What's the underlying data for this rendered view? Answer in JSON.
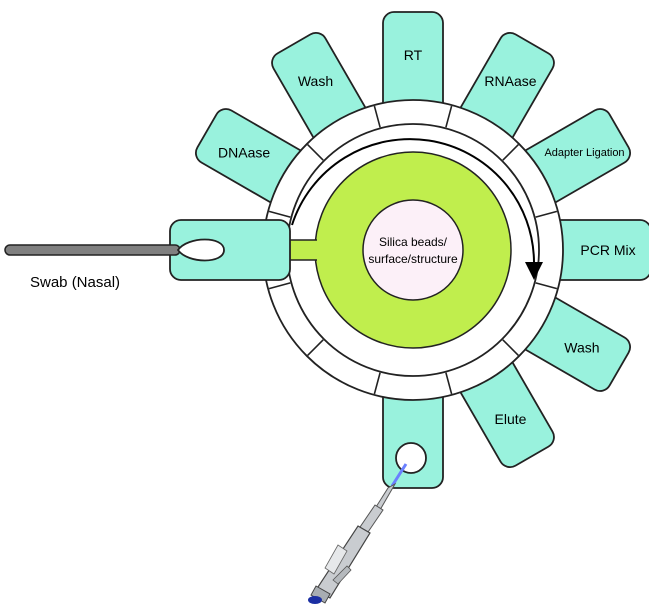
{
  "colors": {
    "chamber_fill": "#99f2dd",
    "chamber_stroke": "#222222",
    "disk_fill": "#ffffff",
    "silica_ring": "#c0ee4d",
    "center_fill": "#fcf0f8",
    "swab_stick": "#808080",
    "pipette_body": "#c9ccd0",
    "pipette_tip_tint": "#6a80ff",
    "pipette_plunger": "#1b2fa3"
  },
  "chambers": [
    {
      "id": "rt",
      "label": "RT",
      "angle": 0
    },
    {
      "id": "rnaase",
      "label": "RNAase",
      "angle": 30
    },
    {
      "id": "adapter-ligation",
      "label": "Adapter Ligation",
      "angle": 60
    },
    {
      "id": "pcr-mix",
      "label": "PCR Mix",
      "angle": 90
    },
    {
      "id": "wash-right",
      "label": "Wash",
      "angle": 120
    },
    {
      "id": "elute",
      "label": "Elute",
      "angle": 150
    },
    {
      "id": "sample-port",
      "label": "",
      "angle": 180
    },
    {
      "id": "dnaase",
      "label": "DNAase",
      "angle": 300
    },
    {
      "id": "wash-top",
      "label": "Wash",
      "angle": 330
    }
  ],
  "swab_chamber": {
    "label": "",
    "angle": 270
  },
  "center_label": {
    "line1": "Silica beads/",
    "line2": "surface/structure"
  },
  "swab_label": "Swab (Nasal)",
  "icons": {
    "rotation_arrow": "rotation-arrow-icon",
    "swab": "swab-icon",
    "pipette": "pipette-icon"
  }
}
